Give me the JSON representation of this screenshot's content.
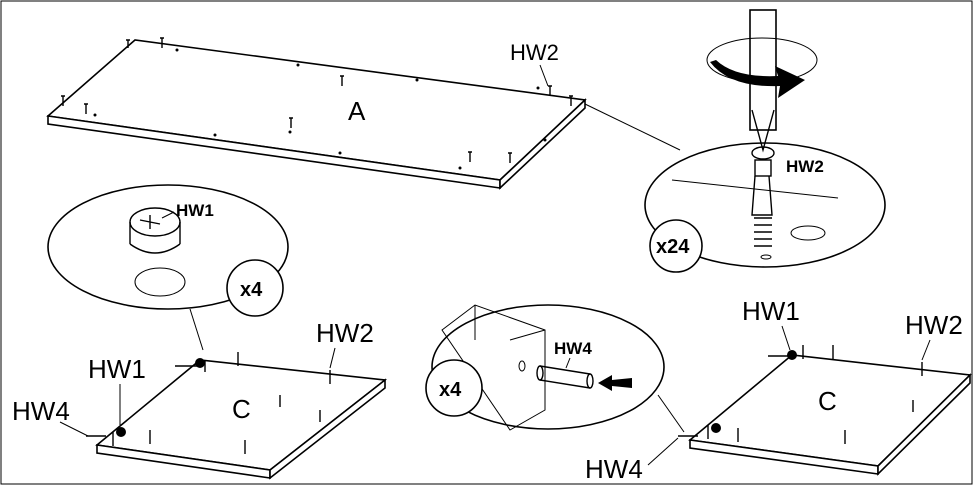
{
  "labels": {
    "panel_a": "A",
    "panel_c_left": "C",
    "panel_c_right": "C",
    "hw2_top": "HW2",
    "hw2_zoom": "HW2",
    "hw1_zoom": "HW1",
    "hw1_left": "HW1",
    "hw2_left": "HW2",
    "hw4_left": "HW4",
    "hw4_zoom": "HW4",
    "hw1_right": "HW1",
    "hw2_right": "HW2",
    "hw4_right": "HW4"
  },
  "counts": {
    "hw2_qty": "x24",
    "hw1_qty": "x4",
    "hw4_qty": "x4"
  }
}
